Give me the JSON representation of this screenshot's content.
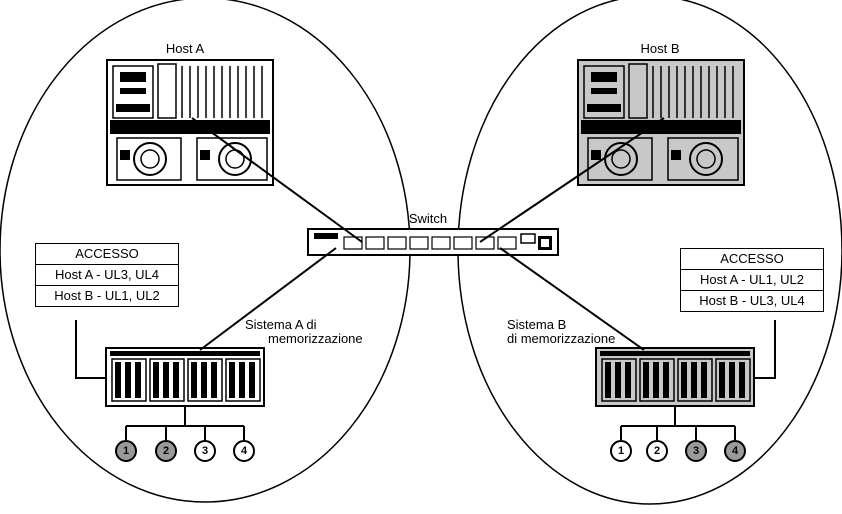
{
  "labels": {
    "host_a": "Host A",
    "host_b": "Host B",
    "switch": "Switch",
    "storage_a_line1": "Sistema A di",
    "storage_a_line2": "memorizzazione",
    "storage_b_line1": "Sistema B",
    "storage_b_line2": "di memorizzazione"
  },
  "access_a": {
    "title": "ACCESSO",
    "rows": [
      "Host A - UL3, UL4",
      "Host B - UL1, UL2"
    ]
  },
  "access_b": {
    "title": "ACCESSO",
    "rows": [
      "Host A - UL1, UL2",
      "Host B - UL3, UL4"
    ]
  },
  "disks_a": [
    {
      "label": "1",
      "shaded": true
    },
    {
      "label": "2",
      "shaded": true
    },
    {
      "label": "3",
      "shaded": false
    },
    {
      "label": "4",
      "shaded": false
    }
  ],
  "disks_b": [
    {
      "label": "1",
      "shaded": false
    },
    {
      "label": "2",
      "shaded": false
    },
    {
      "label": "3",
      "shaded": true
    },
    {
      "label": "4",
      "shaded": true
    }
  ],
  "colors": {
    "line": "#000000",
    "shaded_fill": "#9a9a9a",
    "server_a_fill": "#ffffff",
    "server_b_fill": "#c8c8c8"
  }
}
